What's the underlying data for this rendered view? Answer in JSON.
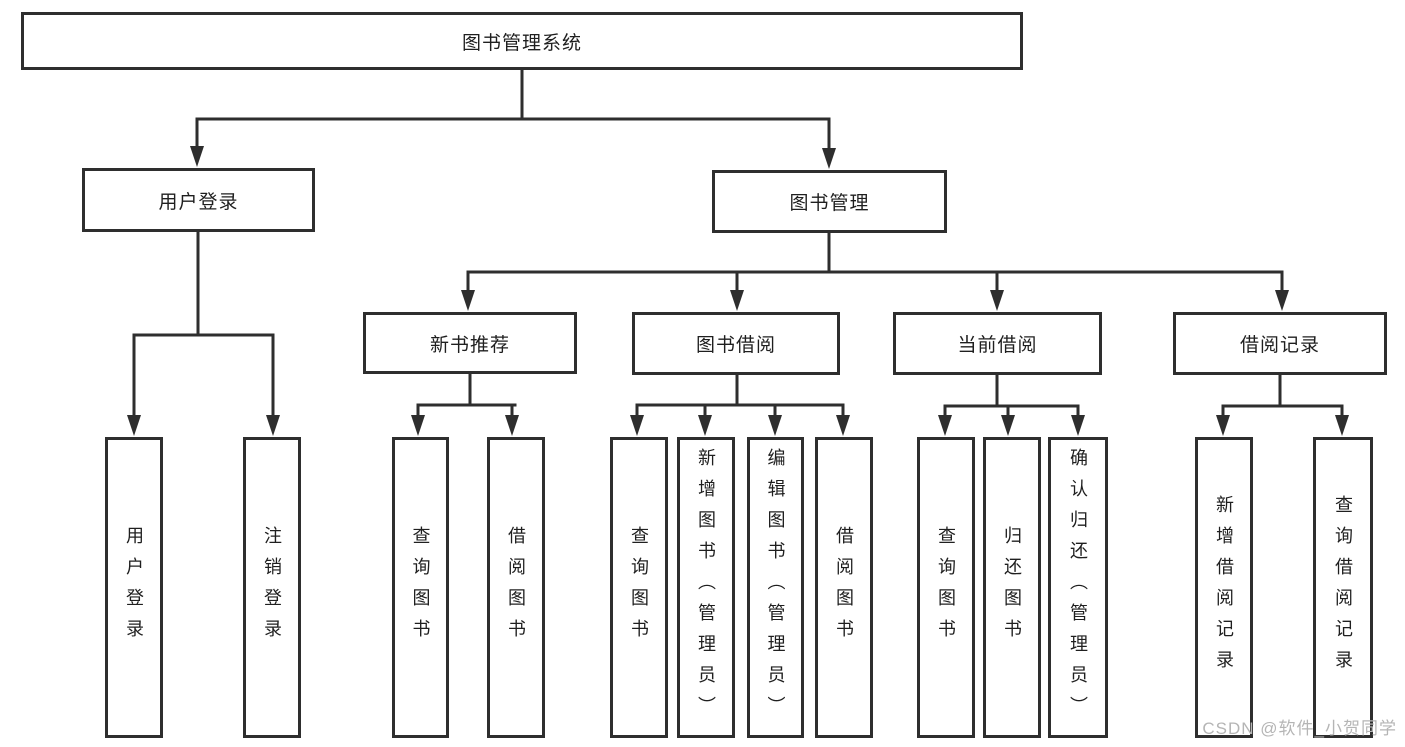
{
  "colors": {
    "background": "#ffffff",
    "line": "#2e2e2e",
    "box_border": "#2e2e2e",
    "text": "#1f1f1f",
    "watermark": "#b5b5b5"
  },
  "diagram": {
    "root": {
      "label": "图书管理系统"
    },
    "level1": [
      {
        "label": "用户登录"
      },
      {
        "label": "图书管理"
      }
    ],
    "level2": [
      {
        "label": "新书推荐"
      },
      {
        "label": "图书借阅"
      },
      {
        "label": "当前借阅"
      },
      {
        "label": "借阅记录"
      }
    ],
    "leaves": {
      "user_login": [
        "用户登录",
        "注销登录"
      ],
      "new_book": [
        "查询图书",
        "借阅图书"
      ],
      "book_borrow": [
        "查询图书",
        "新增图书（管理员）",
        "编辑图书（管理员）",
        "借阅图书"
      ],
      "current_borrow": [
        "查询图书",
        "归还图书",
        "确认归还（管理员）"
      ],
      "borrow_record": [
        "新增借阅记录",
        "查询借阅记录"
      ]
    }
  },
  "watermark": {
    "text": "CSDN @软件_小贺同学"
  }
}
